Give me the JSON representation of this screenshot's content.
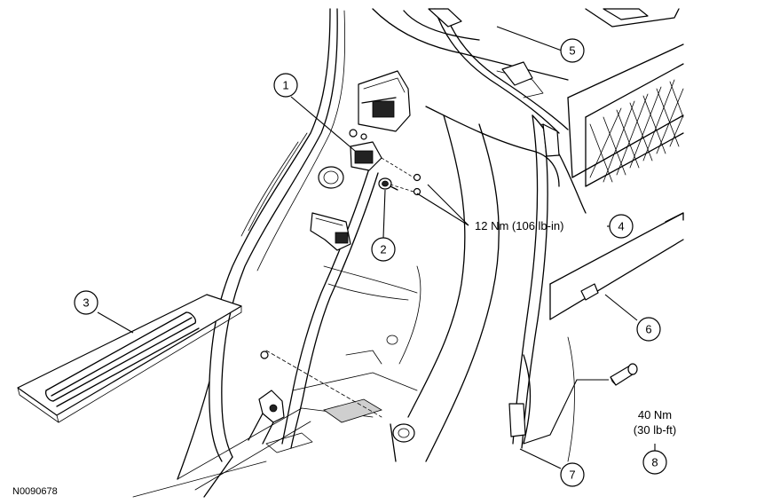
{
  "figure_id": "N0090678",
  "callouts": [
    {
      "number": "1"
    },
    {
      "number": "2"
    },
    {
      "number": "3"
    },
    {
      "number": "4",
      "text": "12 Nm (106 lb-in)"
    },
    {
      "number": "5"
    },
    {
      "number": "6"
    },
    {
      "number": "7"
    },
    {
      "number": "8",
      "text_line1": "40 Nm",
      "text_line2": "(30 lb-ft)"
    }
  ]
}
